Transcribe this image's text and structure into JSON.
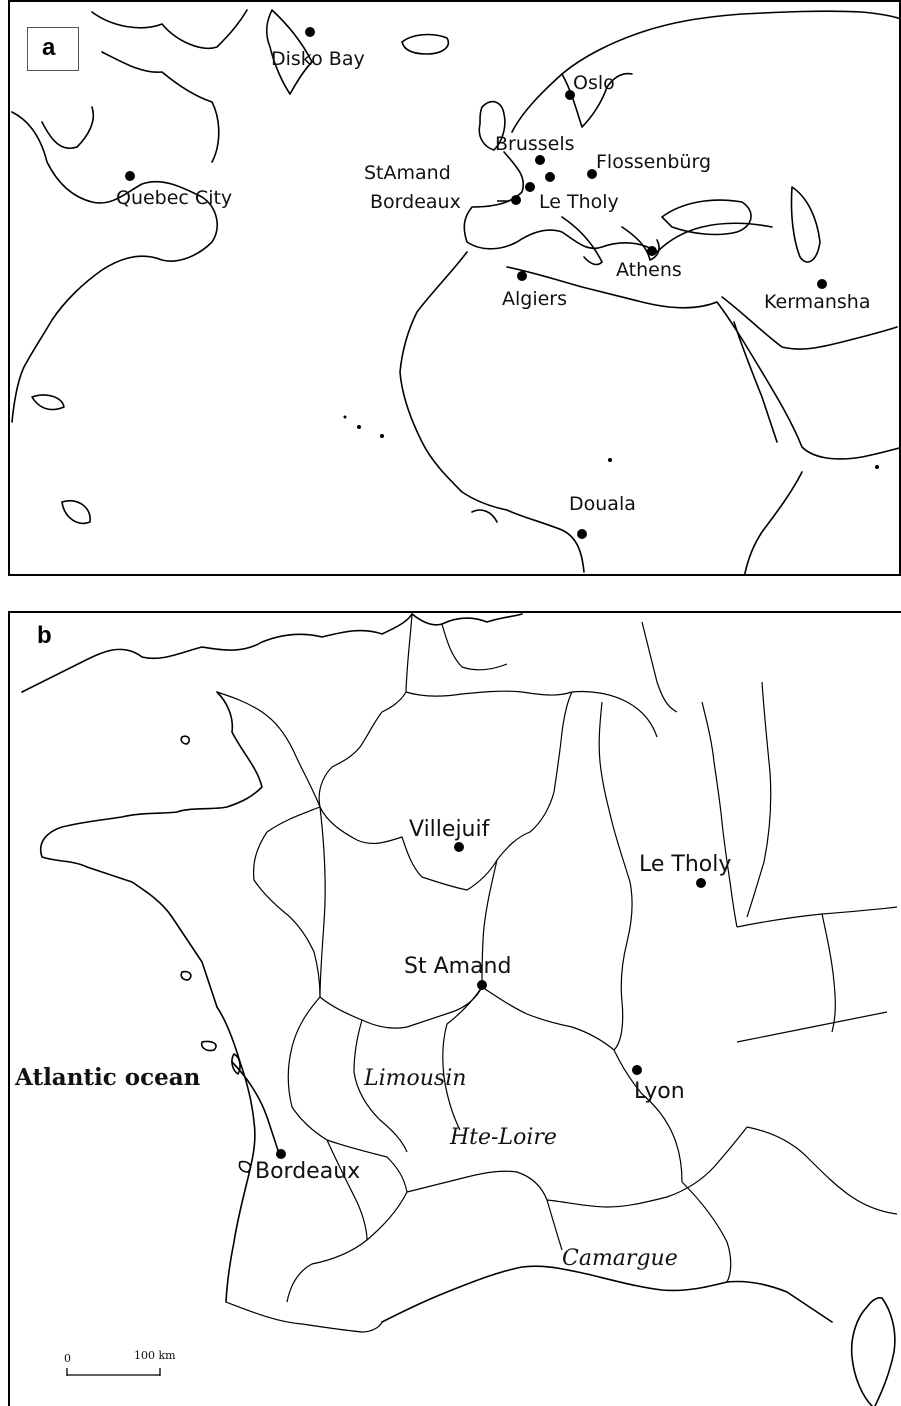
{
  "panel_a": {
    "label": "a",
    "places": [
      {
        "name": "Disko Bay"
      },
      {
        "name": "Oslo"
      },
      {
        "name": "Brussels"
      },
      {
        "name": "Flossenbürg"
      },
      {
        "name": "StAmand"
      },
      {
        "name": "Quebec City"
      },
      {
        "name": "Bordeaux"
      },
      {
        "name": "Le Tholy"
      },
      {
        "name": "Athens"
      },
      {
        "name": "Algiers"
      },
      {
        "name": "Kermansha"
      },
      {
        "name": "Douala"
      }
    ]
  },
  "panel_b": {
    "label": "b",
    "places": [
      {
        "name": "Villejuif"
      },
      {
        "name": "Le Tholy"
      },
      {
        "name": "St Amand"
      },
      {
        "name": "Lyon"
      },
      {
        "name": "Bordeaux"
      }
    ],
    "ocean_label": "Atlantic ocean",
    "regions": [
      "Limousin",
      "Hte-Loire",
      "Camargue"
    ],
    "scale": {
      "start": "0",
      "end": "100 km"
    }
  }
}
